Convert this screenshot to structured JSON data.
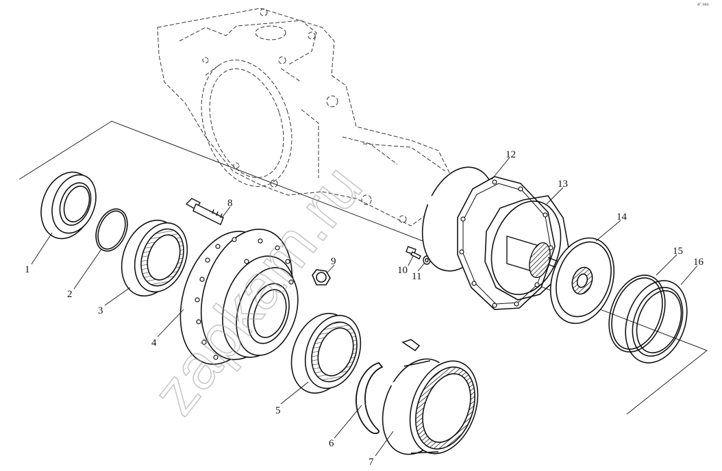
{
  "diagram": {
    "corner_note": "a° ses",
    "watermark": "zapkam.ru",
    "callouts": [
      {
        "id": "1",
        "label": "1"
      },
      {
        "id": "2",
        "label": "2"
      },
      {
        "id": "3",
        "label": "3"
      },
      {
        "id": "4",
        "label": "4"
      },
      {
        "id": "5",
        "label": "5"
      },
      {
        "id": "6",
        "label": "6"
      },
      {
        "id": "7",
        "label": "7"
      },
      {
        "id": "8",
        "label": "8"
      },
      {
        "id": "9",
        "label": "9"
      },
      {
        "id": "10",
        "label": "10"
      },
      {
        "id": "11",
        "label": "11"
      },
      {
        "id": "12",
        "label": "12"
      },
      {
        "id": "13",
        "label": "13"
      },
      {
        "id": "14",
        "label": "14"
      },
      {
        "id": "15",
        "label": "15"
      },
      {
        "id": "16",
        "label": "16"
      }
    ]
  }
}
